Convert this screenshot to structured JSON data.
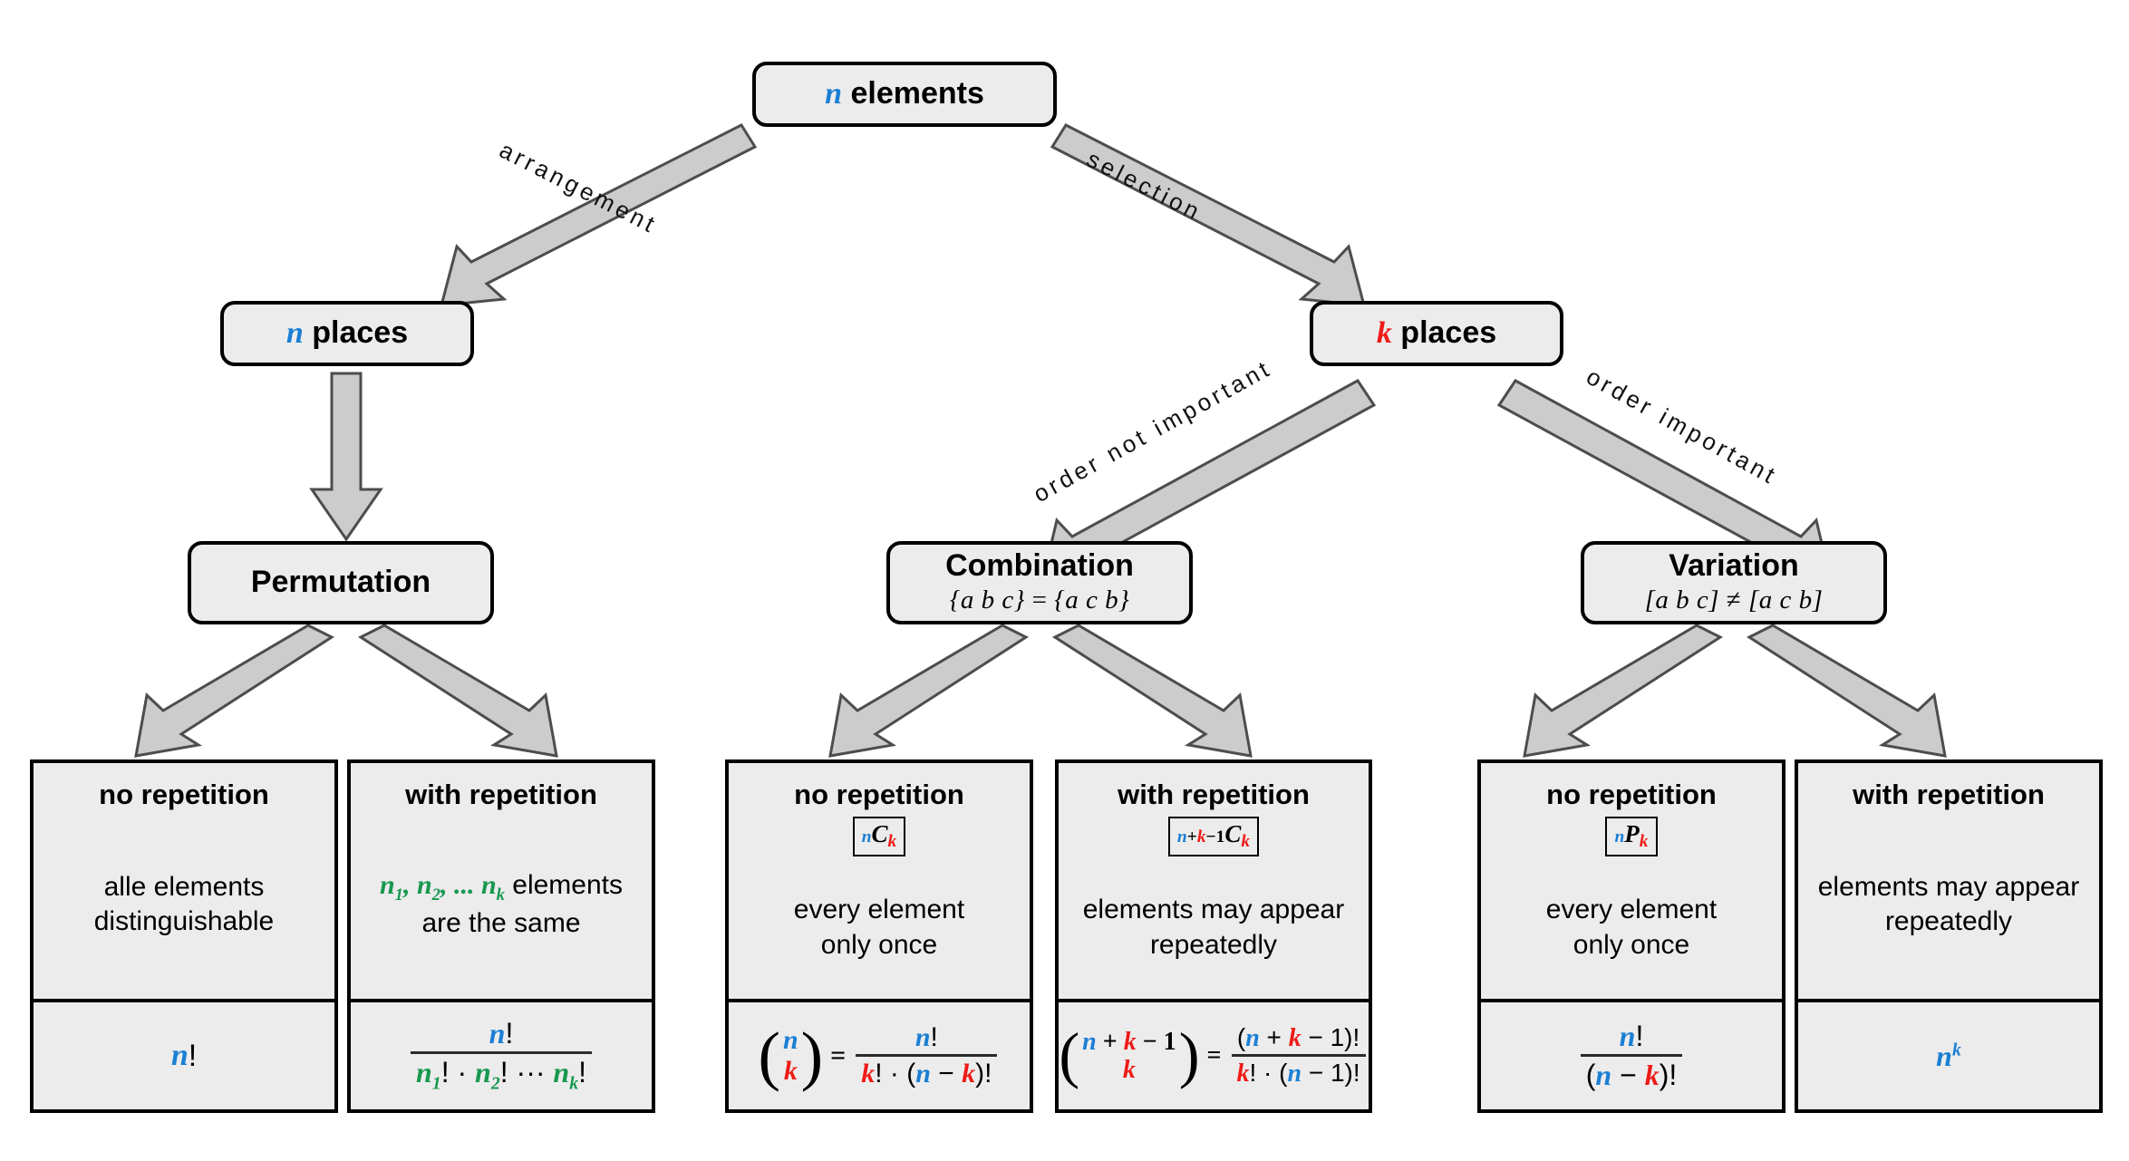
{
  "colors": {
    "n_blue": "#1a7fd4",
    "k_red": "#ef1b17",
    "sub_green": "#17984e",
    "node_fill": "#ececec",
    "node_stroke": "#000000",
    "arrow_fill": "#cccccc",
    "arrow_stroke": "#4d4d4d",
    "background": "#ffffff"
  },
  "diagram": {
    "type": "decision-tree",
    "title": "Combinatorics decision tree"
  },
  "root": {
    "var": "n",
    "label": "elements"
  },
  "edges": {
    "arrangement": "arrangement",
    "selection": "selection",
    "order_not_important": "order not important",
    "order_important": "order important"
  },
  "level2": {
    "left": {
      "var": "n",
      "label": "places"
    },
    "right": {
      "var": "k",
      "label": "places"
    }
  },
  "categories": [
    {
      "name": "Permutation",
      "example": "",
      "example_left": "",
      "example_rel": "",
      "example_right": ""
    },
    {
      "name": "Combination",
      "example_left": "{a b c}",
      "example_rel": "=",
      "example_right": "{a c b}"
    },
    {
      "name": "Variation",
      "example_left": "[a b c]",
      "example_rel": "≠",
      "example_right": "[a c b]"
    }
  ],
  "leaves": [
    {
      "id": "permutation-no-repetition",
      "header": "no repetition",
      "badge": null,
      "description": "alle elements\ndistinguishable",
      "desc_line1": "alle elements",
      "desc_line2": "distinguishable",
      "formula_text": "n!"
    },
    {
      "id": "permutation-with-repetition",
      "header": "with repetition",
      "badge": null,
      "desc_math": "n1, n2, ... nk",
      "desc_line1_tail": " elements",
      "desc_line2": "are the same",
      "formula_text": "n! / (n1! · n2! ··· nk!)"
    },
    {
      "id": "combination-no-repetition",
      "header": "no repetition",
      "badge": "nCk",
      "desc_line1": "every element",
      "desc_line2": "only once",
      "formula_text": "(n choose k) = n! / (k! · (n − k)!)"
    },
    {
      "id": "combination-with-repetition",
      "header": "with repetition",
      "badge": "n+k−1Ck",
      "desc_line1": "elements may appear",
      "desc_line2": "repeatedly",
      "formula_text": "(n + k − 1 choose k) = (n + k − 1)! / (k! · (n − 1)!)"
    },
    {
      "id": "variation-no-repetition",
      "header": "no repetition",
      "badge": "nPk",
      "desc_line1": "every element",
      "desc_line2": "only once",
      "formula_text": "n! / (n − k)!"
    },
    {
      "id": "variation-with-repetition",
      "header": "with repetition",
      "badge": null,
      "desc_line1": "elements may appear",
      "desc_line2": "repeatedly",
      "formula_text": "n^k"
    }
  ],
  "symbols": {
    "n": "n",
    "k": "k",
    "factorial": "!",
    "cdot": "·",
    "ldots": "···",
    "minus": "−",
    "plus": "+",
    "one": "1",
    "equals": "=",
    "C": "C",
    "P": "P",
    "sub1": "1",
    "sub2": "2"
  }
}
